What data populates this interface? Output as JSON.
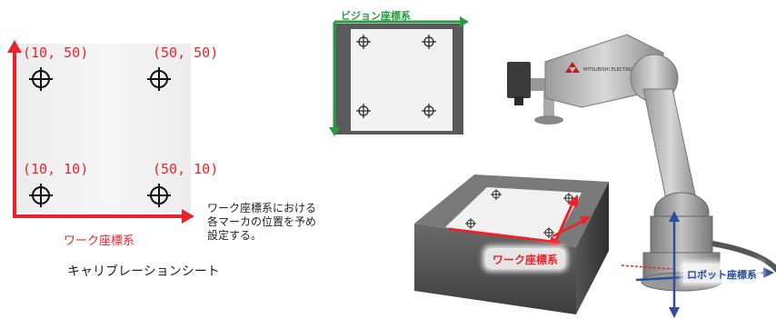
{
  "left_panel": {
    "coords": {
      "top_left": "(10, 50)",
      "top_right": "(50, 50)",
      "bottom_left": "(10, 10)",
      "bottom_right": "(50, 10)"
    },
    "axis_label": "ワーク座標系",
    "note_lines": [
      "ワーク座標系における",
      "各マーカの位置を予め",
      "設定する。"
    ],
    "caption": "キャリブレーションシート"
  },
  "right_panel": {
    "vision_label": "ビジョン座標系",
    "work_label": "ワーク座標系",
    "robot_label": "ロボット座標系",
    "brand_text": "MITSUBISHI ELECTRIC"
  },
  "colors": {
    "red": "#e8242a",
    "green": "#2a9a46",
    "blue": "#2b4f9a",
    "sheet_bg": "#f0f0f0",
    "marker": "#111111"
  }
}
